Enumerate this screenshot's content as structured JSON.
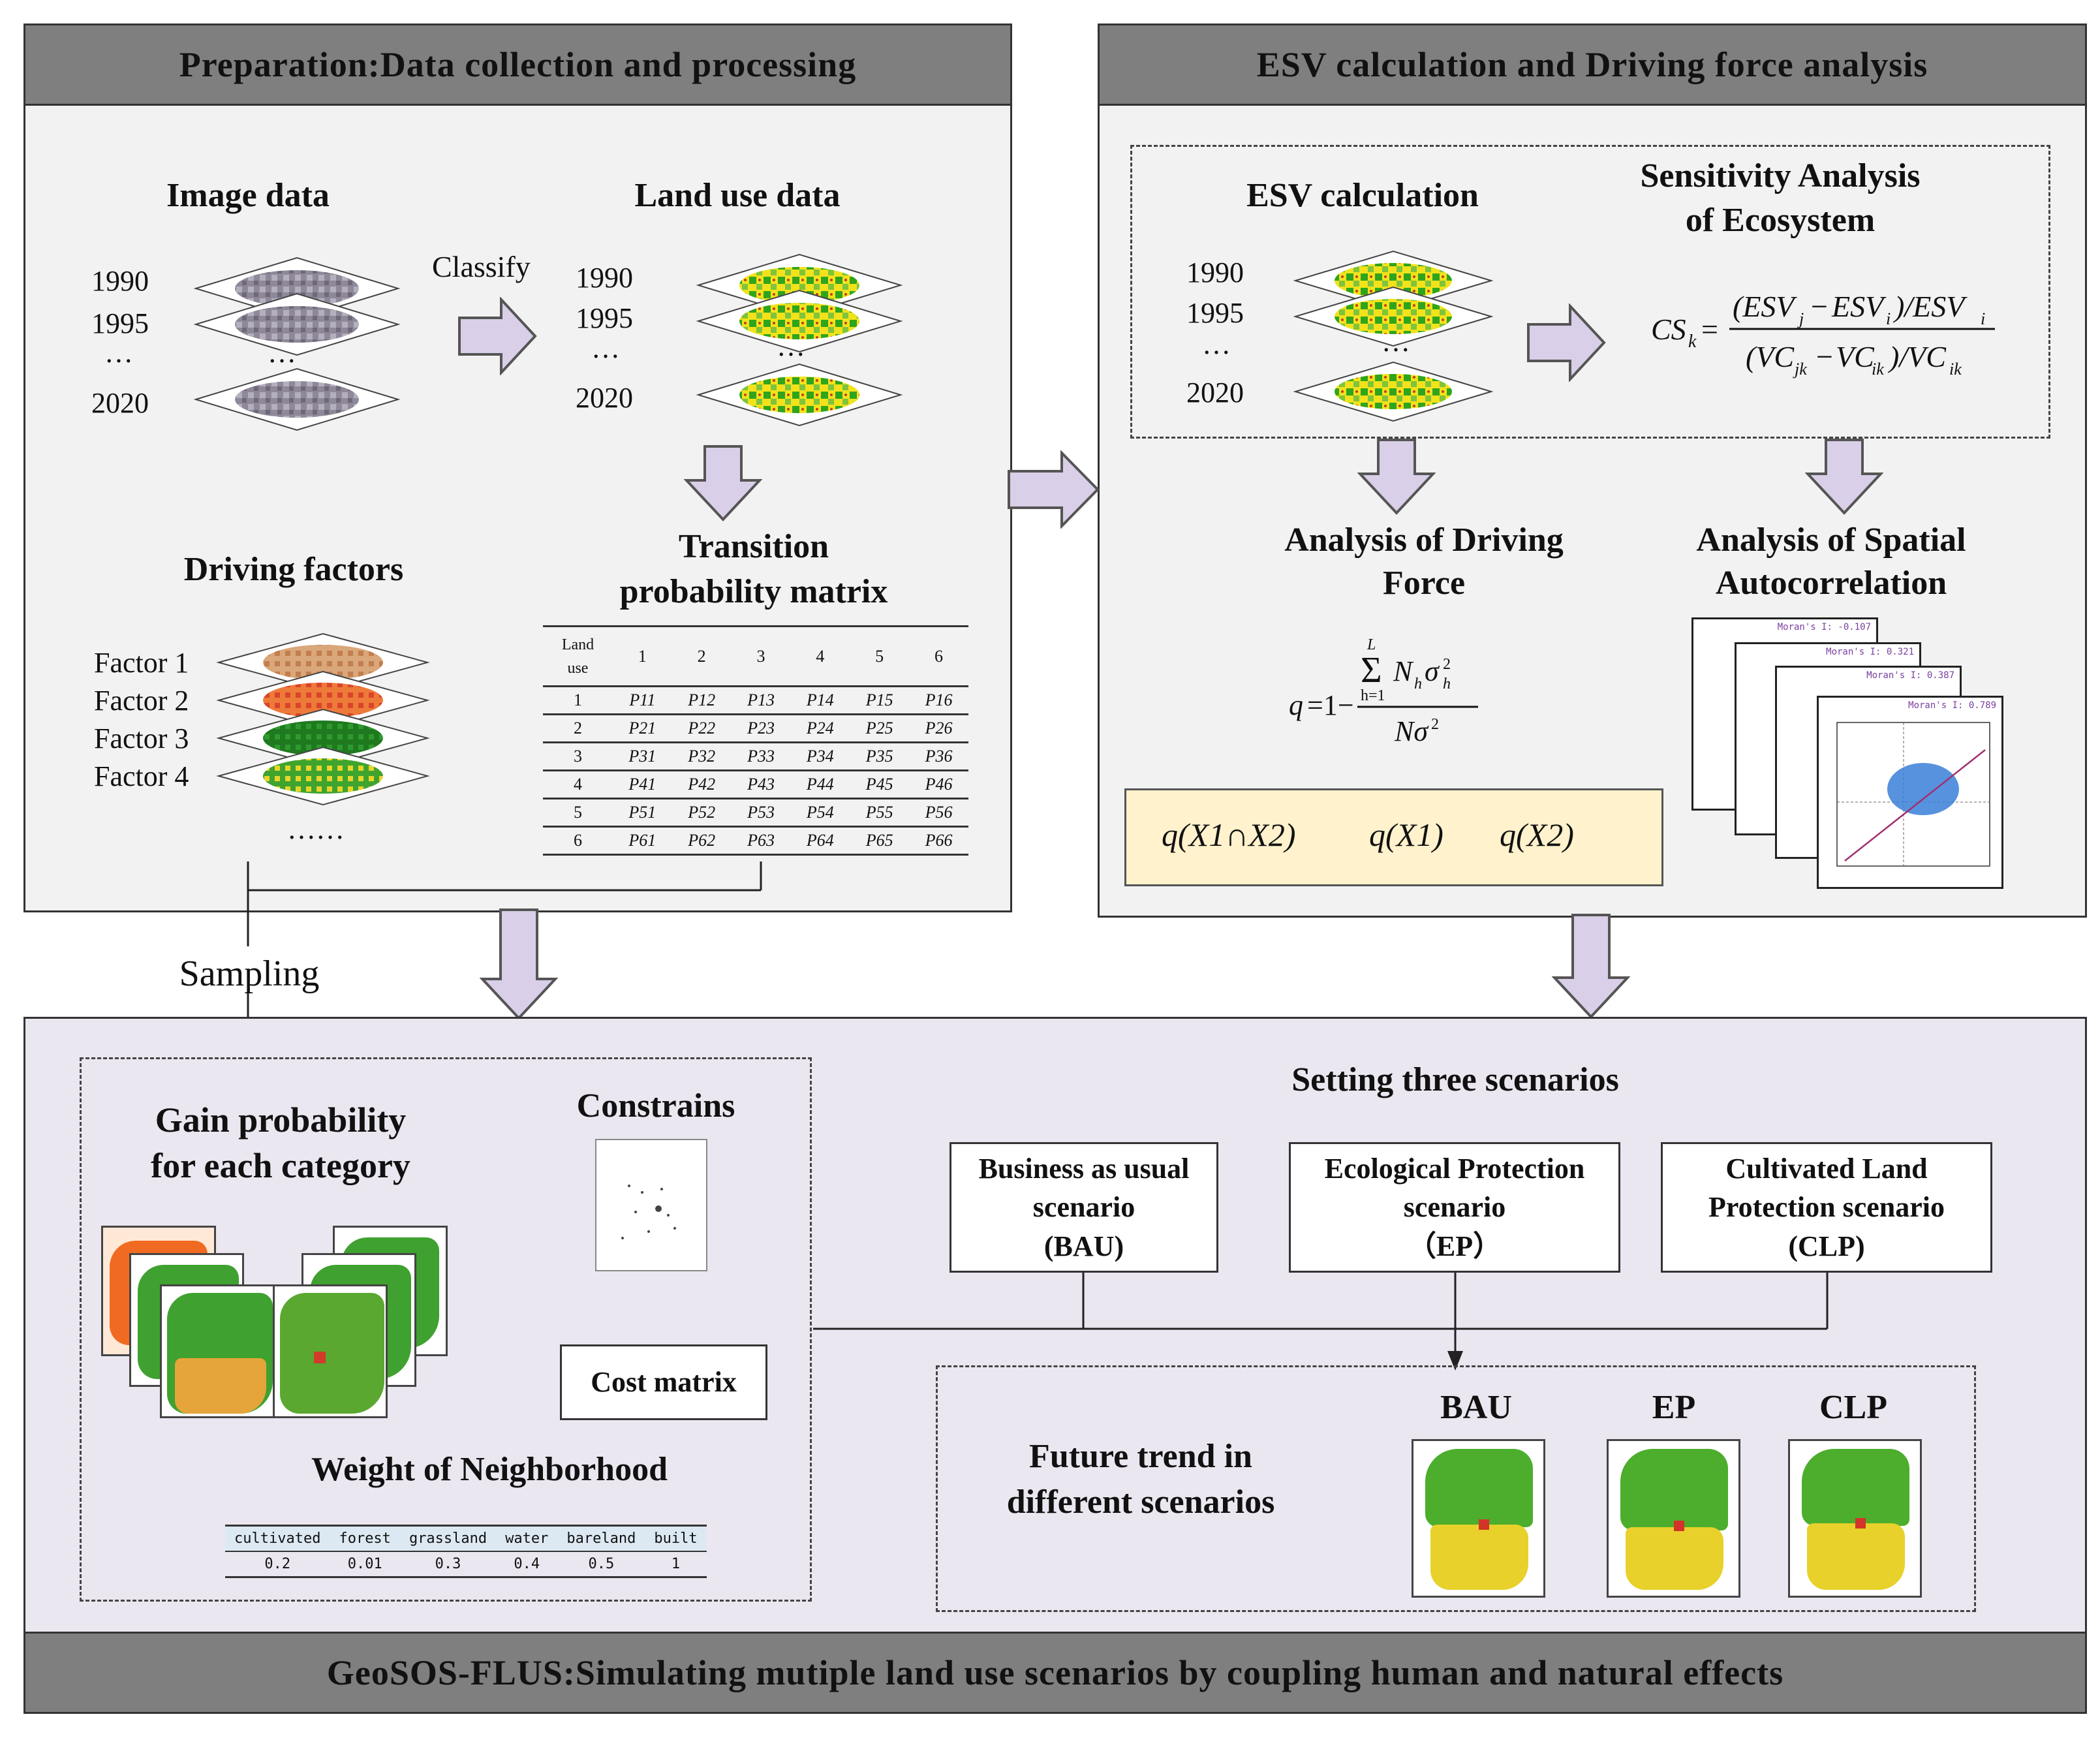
{
  "headers": {
    "prep": "Preparation:Data collection and processing",
    "esv": "ESV calculation and Driving force analysis",
    "bottom": "GeoSOS-FLUS:Simulating mutiple land use scenarios by coupling human and natural effects"
  },
  "prep": {
    "image_data": "Image data",
    "land_use_data": "Land use data",
    "classify": "Classify",
    "years": [
      "1990",
      "1995",
      "…",
      "2020"
    ],
    "image_ellipsis": "…",
    "land_ellipsis": "…",
    "driving_factors": "Driving factors",
    "factors": [
      "Factor 1",
      "Factor 2",
      "Factor 3",
      "Factor 4"
    ],
    "factors_more": "……",
    "tpm_title_1": "Transition",
    "tpm_title_2": "probability matrix",
    "tpm_corner_1": "Land",
    "tpm_corner_2": "use",
    "tpm_cols": [
      "1",
      "2",
      "3",
      "4",
      "5",
      "6"
    ],
    "tpm_rows": [
      [
        "1",
        "P11",
        "P12",
        "P13",
        "P14",
        "P15",
        "P16"
      ],
      [
        "2",
        "P21",
        "P22",
        "P23",
        "P24",
        "P25",
        "P26"
      ],
      [
        "3",
        "P31",
        "P32",
        "P33",
        "P34",
        "P35",
        "P36"
      ],
      [
        "4",
        "P41",
        "P42",
        "P43",
        "P44",
        "P45",
        "P46"
      ],
      [
        "5",
        "P51",
        "P52",
        "P53",
        "P54",
        "P55",
        "P56"
      ],
      [
        "6",
        "P61",
        "P62",
        "P63",
        "P64",
        "P65",
        "P66"
      ]
    ]
  },
  "esv": {
    "esv_calc": "ESV calculation",
    "years": [
      "1990",
      "1995",
      "…",
      "2020"
    ],
    "ellipsis": "…",
    "sens_1": "Sensitivity Analysis",
    "sens_2": "of Ecosystem",
    "driving_1": "Analysis of Driving",
    "driving_2": "Force",
    "spatial_1": "Analysis of Spatial",
    "spatial_2": "Autocorrelation",
    "moran_labels": [
      "Moran's I: -0.107",
      "Moran's I: 0.321",
      "Moran's I: 0.387",
      "Moran's I: 0.789"
    ],
    "interactions": [
      "q(X1∩X2)",
      "q(X1)",
      "q(X2)"
    ]
  },
  "sim": {
    "sampling": "Sampling",
    "gain_1": "Gain probability",
    "gain_2": "for each category",
    "constrains": "Constrains",
    "cost_matrix": "Cost matrix",
    "weight": "Weight of Neighborhood",
    "nb_headers": [
      "cultivated",
      "forest",
      "grassland",
      "water",
      "bareland",
      "built"
    ],
    "nb_values": [
      "0.2",
      "0.01",
      "0.3",
      "0.4",
      "0.5",
      "1"
    ],
    "setting": "Setting three scenarios",
    "scenarios": [
      {
        "l1": "Business as usual",
        "l2": "scenario",
        "l3": "(BAU)"
      },
      {
        "l1": "Ecological Protection",
        "l2": "scenario",
        "l3": "（EP）"
      },
      {
        "l1": "Cultivated Land",
        "l2": "Protection scenario",
        "l3": "(CLP)"
      }
    ],
    "future_1": "Future trend in",
    "future_2": "different scenarios",
    "outputs": [
      "BAU",
      "EP",
      "CLP"
    ]
  },
  "colors": {
    "header_gray": "#7f7f7f",
    "panel_bg": "#f2f2f2",
    "sim_bg": "#ebe7f0",
    "arrow_fill": "#d9cfe8",
    "arrow_stroke": "#555555",
    "formula_box": "#fff2cc"
  }
}
